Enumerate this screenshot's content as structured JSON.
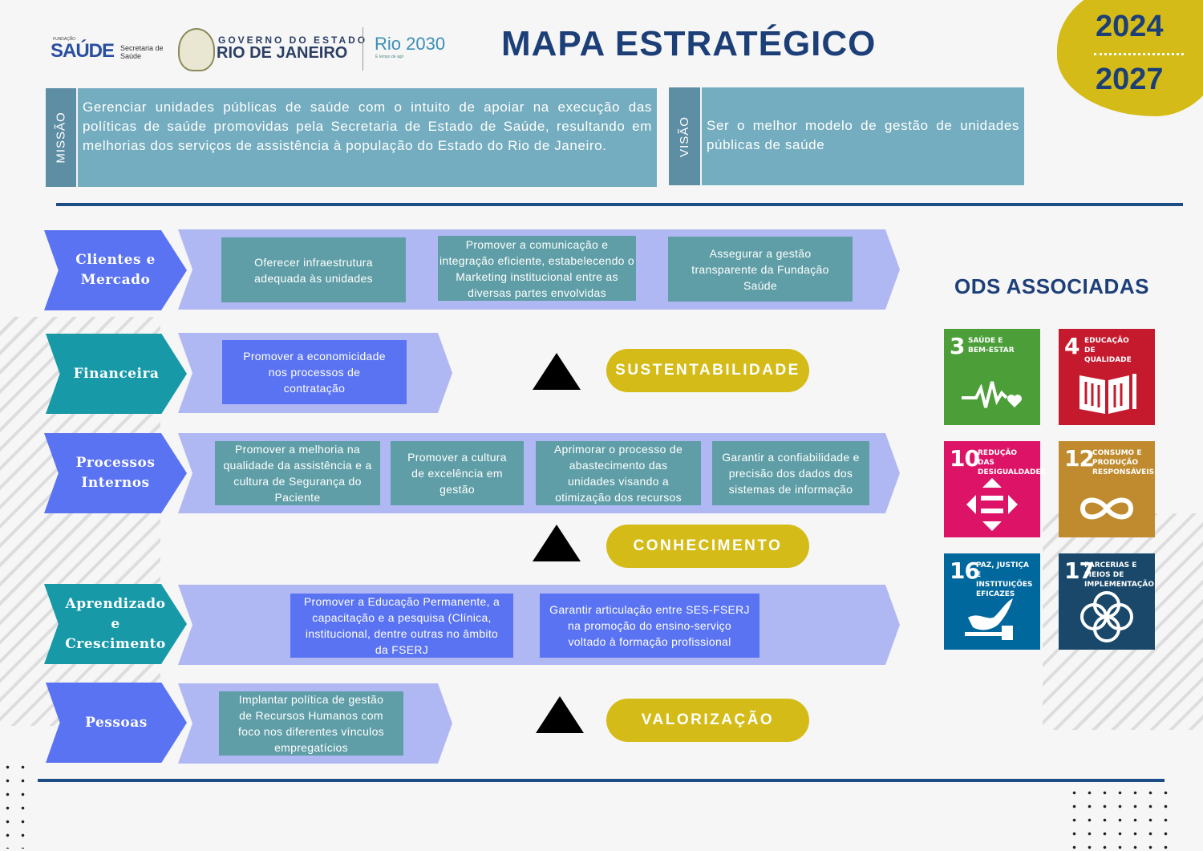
{
  "header": {
    "logo_saude_small": "FUNDAÇÃO",
    "logo_saude": "SAÚDE",
    "logo_secretaria": "Secretaria de Saúde",
    "logo_gov_line1": "GOVERNO DO ESTADO",
    "logo_gov_line2": "RIO DE JANEIRO",
    "logo_rio": "Rio 2030",
    "logo_rio_sub": "É tempo de agir",
    "title": "MAPA ESTRATÉGICO",
    "year_start": "2024",
    "year_end": "2027"
  },
  "mission": {
    "label": "MISSÃO",
    "text": "Gerenciar unidades públicas de saúde com o intuito de apoiar na execução das políticas de saúde promovidas pela Secretaria de Estado de Saúde, resultando em melhorias dos serviços de assistência à população do Estado do Rio de Janeiro."
  },
  "vision": {
    "label": "VISÃO",
    "text": "Ser o melhor modelo de gestão de unidades públicas de saúde"
  },
  "perspectives": {
    "clientes": {
      "label": "Clientes e Mercado",
      "objectives": [
        "Oferecer infraestrutura adequada às unidades",
        "Promover a comunicação e integração eficiente, estabelecendo o Marketing institucional entre as diversas partes envolvidas",
        "Assegurar a gestão transparente da Fundação Saúde"
      ]
    },
    "financeira": {
      "label": "Financeira",
      "objectives": [
        "Promover a economicidade nos processos de contratação"
      ]
    },
    "processos": {
      "label": "Processos Internos",
      "objectives": [
        "Promover a melhoria na qualidade da assistência e a cultura de Segurança do Paciente",
        "Promover a cultura de excelência em gestão",
        "Aprimorar o processo de abastecimento das unidades visando a otimização dos recursos",
        "Garantir a confiabilidade e precisão dos dados dos sistemas de informação"
      ]
    },
    "aprendizado": {
      "label": "Aprendizado e Crescimento",
      "objectives": [
        "Promover a Educação Permanente, a capacitação e a pesquisa (Clínica, institucional, dentre outras no âmbito da FSERJ",
        "Garantir articulação entre SES-FSERJ na promoção do ensino-serviço voltado à formação profissional"
      ]
    },
    "pessoas": {
      "label": "Pessoas",
      "objectives": [
        "Implantar política de gestão de Recursos Humanos com foco nos diferentes vínculos empregatícios"
      ]
    }
  },
  "values": {
    "sustentabilidade": "SUSTENTABILIDADE",
    "conhecimento": "CONHECIMENTO",
    "valorizacao": "VALORIZAÇÃO"
  },
  "ods": {
    "title": "ODS ASSOCIADAS",
    "goals": [
      {
        "number": "3",
        "text": "SAÚDE E BEM-ESTAR",
        "color": "#4c9f38",
        "icon": "heartbeat-icon"
      },
      {
        "number": "4",
        "text": "EDUCAÇÃO DE QUALIDADE",
        "color": "#c5192d",
        "icon": "book-icon"
      },
      {
        "number": "10",
        "text": "REDUÇÃO DAS DESIGUALDADES",
        "color": "#dd1367",
        "icon": "equality-icon"
      },
      {
        "number": "12",
        "text": "CONSUMO E PRODUÇÃO RESPONSÁVEIS",
        "color": "#bf8b2e",
        "icon": "infinity-icon"
      },
      {
        "number": "16",
        "text": "PAZ, JUSTIÇA E INSTITUIÇÕES EFICAZES",
        "color": "#00689d",
        "icon": "dove-icon"
      },
      {
        "number": "17",
        "text": "PARCERIAS E MEIOS DE IMPLEMENTAÇÃO",
        "color": "#19486a",
        "icon": "rings-icon"
      }
    ]
  },
  "colors": {
    "navy": "#1d3f78",
    "yellow": "#d4bb17",
    "band": "#b0b8f3",
    "blue": "#5a73f2",
    "teal": "#1799a8",
    "box_teal": "#5f9ea7"
  }
}
